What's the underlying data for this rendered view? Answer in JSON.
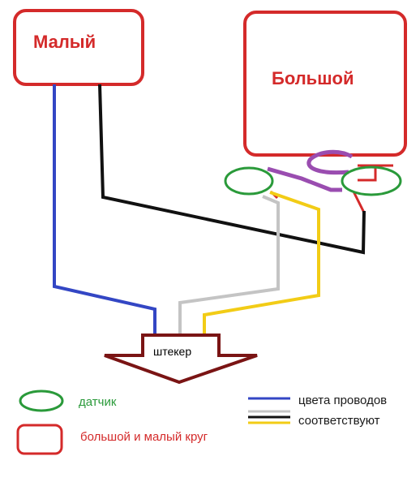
{
  "diagram": {
    "small_circle_label": "Малый",
    "large_circle_label": "Большой",
    "plug_label": "штекер"
  },
  "legend": {
    "sensor_label": "датчик",
    "circles_label": "большой и малый круг",
    "wire_colors_line1": "цвета проводов",
    "wire_colors_line2": "соответствуют"
  },
  "colors": {
    "red": "#d42a2a",
    "green": "#2a9a3a",
    "blue": "#3346c4",
    "black": "#111111",
    "gray": "#c4c4c4",
    "yellow": "#f2cc16",
    "purple": "#9a4db0",
    "maroon": "#7a1414"
  }
}
